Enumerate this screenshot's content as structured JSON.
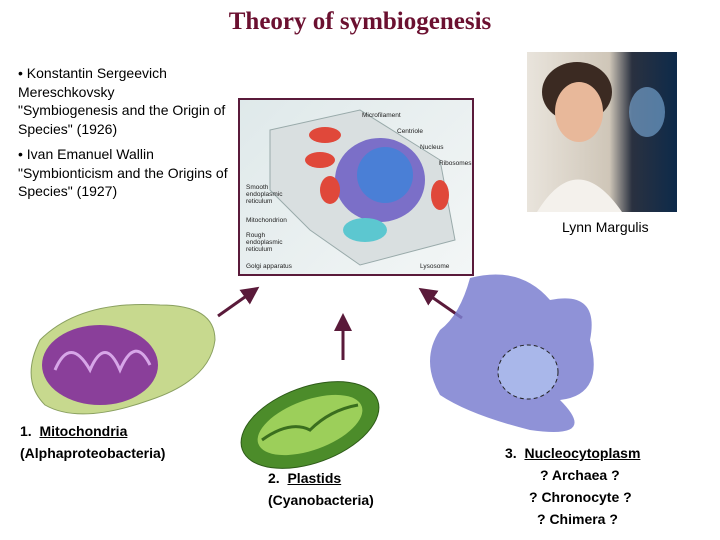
{
  "title": "Theory of symbiogenesis",
  "references": [
    {
      "bullet": "• Konstantin Sergeevich Mereschkovsky",
      "work": "\"Symbiogenesis and the Origin of Species\" (1926)"
    },
    {
      "bullet": "• Ivan Emanuel Wallin",
      "work": "\"Symbionticism and the Origins of Species\" (1927)"
    }
  ],
  "cell_labels": [
    "Microfilament",
    "Centriole",
    "Nucleus",
    "Ribosomes",
    "Smooth endoplasmic reticulum",
    "Mitochondrion",
    "Rough endoplasmic reticulum",
    "Golgi apparatus",
    "Lysosome"
  ],
  "photo_caption": "Lynn Margulis",
  "origins": [
    {
      "num": "1.",
      "name": "Mitochondria",
      "source": "(Alphaproteobacteria)"
    },
    {
      "num": "2.",
      "name": "Plastids",
      "source": "(Cyanobacteria)"
    },
    {
      "num": "3.",
      "name": "Nucleocytoplasm",
      "candidates": [
        "? Archaea ?",
        "? Chronocyte ?",
        "? Chimera ?"
      ]
    }
  ],
  "colors": {
    "title": "#6b1030",
    "arrow": "#5a1a3a"
  }
}
